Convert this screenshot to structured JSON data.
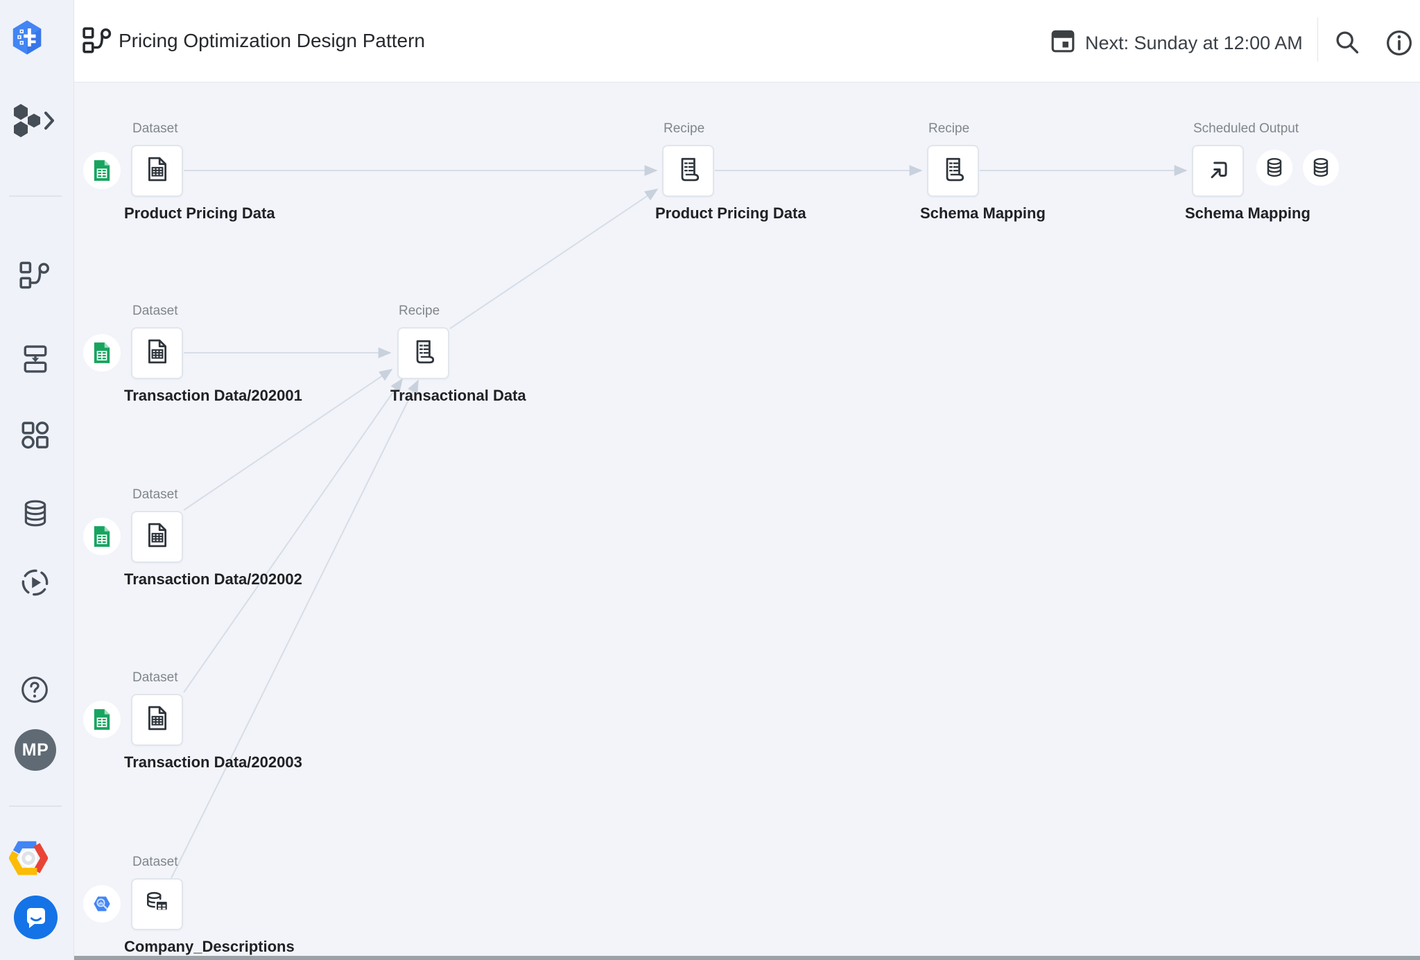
{
  "header": {
    "flow_icon": "flow-icon",
    "title": "Pricing Optimization Design Pattern",
    "calendar_icon": "calendar-icon",
    "schedule": "Next: Sunday at 12:00 AM",
    "search_icon": "search-icon",
    "info_icon": "info-icon"
  },
  "sidebar": {
    "logo_icon": "dataprep-logo",
    "items": [
      {
        "name": "connections-expand",
        "icon": "hexagon-cluster-icon"
      },
      {
        "name": "flows",
        "icon": "flow-icon"
      },
      {
        "name": "jobs",
        "icon": "jobs-icon"
      },
      {
        "name": "library",
        "icon": "library-icon"
      },
      {
        "name": "connections",
        "icon": "database-icon"
      },
      {
        "name": "run-history",
        "icon": "run-history-icon"
      },
      {
        "name": "help",
        "icon": "help-icon"
      }
    ],
    "avatar_initials": "MP",
    "google_cloud_icon": "google-cloud-logo",
    "chat_icon": "chat-bubble-icon"
  },
  "canvas": {
    "nodes": [
      {
        "kind": "Dataset",
        "title": "Product Pricing Data",
        "icon": "spreadsheet-file-icon",
        "badge": "google-sheets-icon"
      },
      {
        "kind": "Recipe",
        "title": "Product Pricing Data",
        "icon": "recipe-icon"
      },
      {
        "kind": "Recipe",
        "title": "Schema Mapping",
        "icon": "recipe-icon"
      },
      {
        "kind": "Scheduled Output",
        "title": "Schema Mapping",
        "icon": "publish-icon",
        "outputs": [
          "database-icon",
          "database-icon"
        ]
      },
      {
        "kind": "Dataset",
        "title": "Transaction Data/202001",
        "icon": "spreadsheet-file-icon",
        "badge": "google-sheets-icon"
      },
      {
        "kind": "Recipe",
        "title": "Transactional Data",
        "icon": "recipe-icon"
      },
      {
        "kind": "Dataset",
        "title": "Transaction Data/202002",
        "icon": "spreadsheet-file-icon",
        "badge": "google-sheets-icon"
      },
      {
        "kind": "Dataset",
        "title": "Transaction Data/202003",
        "icon": "spreadsheet-file-icon",
        "badge": "google-sheets-icon"
      },
      {
        "kind": "Dataset",
        "title": "Company_Descriptions",
        "icon": "bigquery-table-icon",
        "badge": "bigquery-icon"
      }
    ],
    "edges": [
      {
        "from": "Product Pricing Data (Dataset)",
        "to": "Product Pricing Data (Recipe)"
      },
      {
        "from": "Product Pricing Data (Recipe)",
        "to": "Schema Mapping (Recipe)"
      },
      {
        "from": "Schema Mapping (Recipe)",
        "to": "Schema Mapping (Scheduled Output)"
      },
      {
        "from": "Transaction Data/202001",
        "to": "Transactional Data"
      },
      {
        "from": "Transactional Data",
        "to": "Product Pricing Data (Recipe)"
      },
      {
        "from": "Transaction Data/202002",
        "to": "Transactional Data"
      },
      {
        "from": "Transaction Data/202003",
        "to": "Transactional Data"
      },
      {
        "from": "Company_Descriptions",
        "to": "Transactional Data"
      }
    ]
  },
  "colors": {
    "accent_blue": "#4285f4",
    "sheets_green": "#17a45f",
    "chat_blue": "#1473e6",
    "canvas_bg": "#f2f4fa",
    "sidebar_bg": "#eff2f9",
    "edge_line": "#d7dde6",
    "edge_arrow": "#c8d1dc",
    "node_title_text": "#202124",
    "node_kind_text": "#80868b",
    "scrollbar": "#9ba1a7"
  }
}
